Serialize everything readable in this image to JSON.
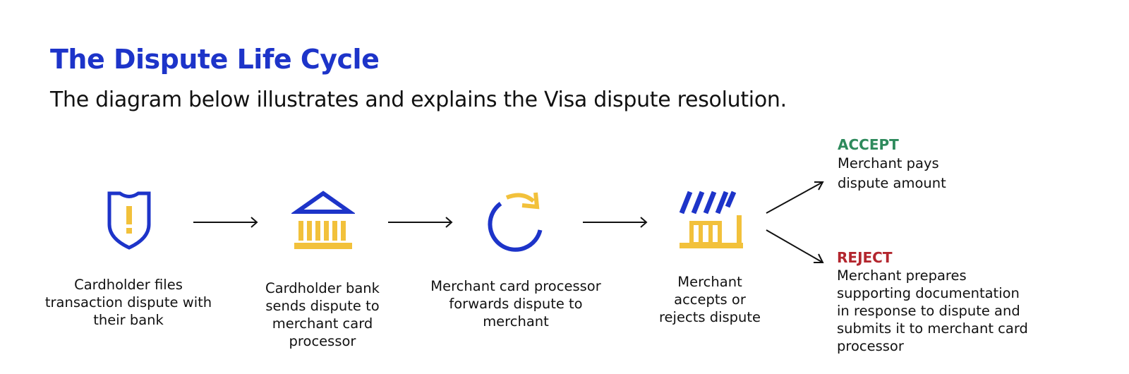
{
  "title": "The Dispute Life Cycle",
  "subtitle": "The diagram below illustrates and explains the Visa dispute resolution.",
  "colors": {
    "title_blue": "#1d34c9",
    "icon_blue": "#1d34c9",
    "icon_yellow": "#f2c13b",
    "accept_green": "#2e8a5c",
    "reject_red": "#b3262e"
  },
  "steps": [
    {
      "icon": "shield-alert-icon",
      "caption": "Cardholder files transaction dispute with their bank"
    },
    {
      "icon": "bank-icon",
      "caption": "Cardholder bank sends dispute to merchant card processor"
    },
    {
      "icon": "refresh-icon",
      "caption": "Merchant card processor forwards dispute to merchant"
    },
    {
      "icon": "storefront-icon",
      "caption": "Merchant accepts or rejects dispute"
    }
  ],
  "outcomes": {
    "accept": {
      "label": "ACCEPT",
      "text": "Merchant pays dispute amount"
    },
    "reject": {
      "label": "REJECT",
      "text": "Merchant prepares supporting documentation in response to dispute and submits it to merchant card processor"
    }
  }
}
